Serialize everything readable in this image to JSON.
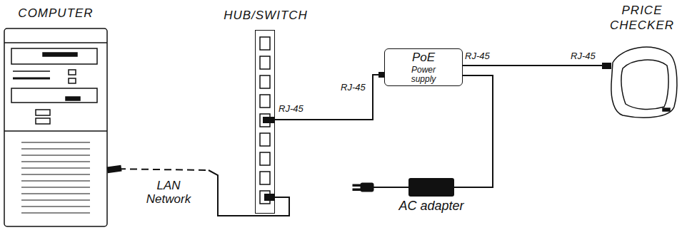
{
  "diagram": {
    "nodes": [
      {
        "text": [
          "COMPUTER"
        ]
      },
      {
        "text": [
          "HUB/SWITCH"
        ]
      },
      {
        "text": [
          "PoE",
          "Power supply"
        ]
      },
      {
        "text": [
          "PRICE CHECKER"
        ]
      },
      {
        "text": [
          "AC adapter"
        ]
      }
    ],
    "edges": [
      {
        "from": 0,
        "to": 1,
        "arrow": "none",
        "label": "LAN Network"
      },
      {
        "from": 1,
        "to": 2,
        "arrow": "none"
      },
      {
        "from": 2,
        "to": 3,
        "arrow": "none"
      },
      {
        "from": 4,
        "to": 2,
        "arrow": "none"
      }
    ],
    "labels": [
      "RJ-45",
      "RJ-45",
      "RJ-45",
      "RJ-45"
    ]
  }
}
